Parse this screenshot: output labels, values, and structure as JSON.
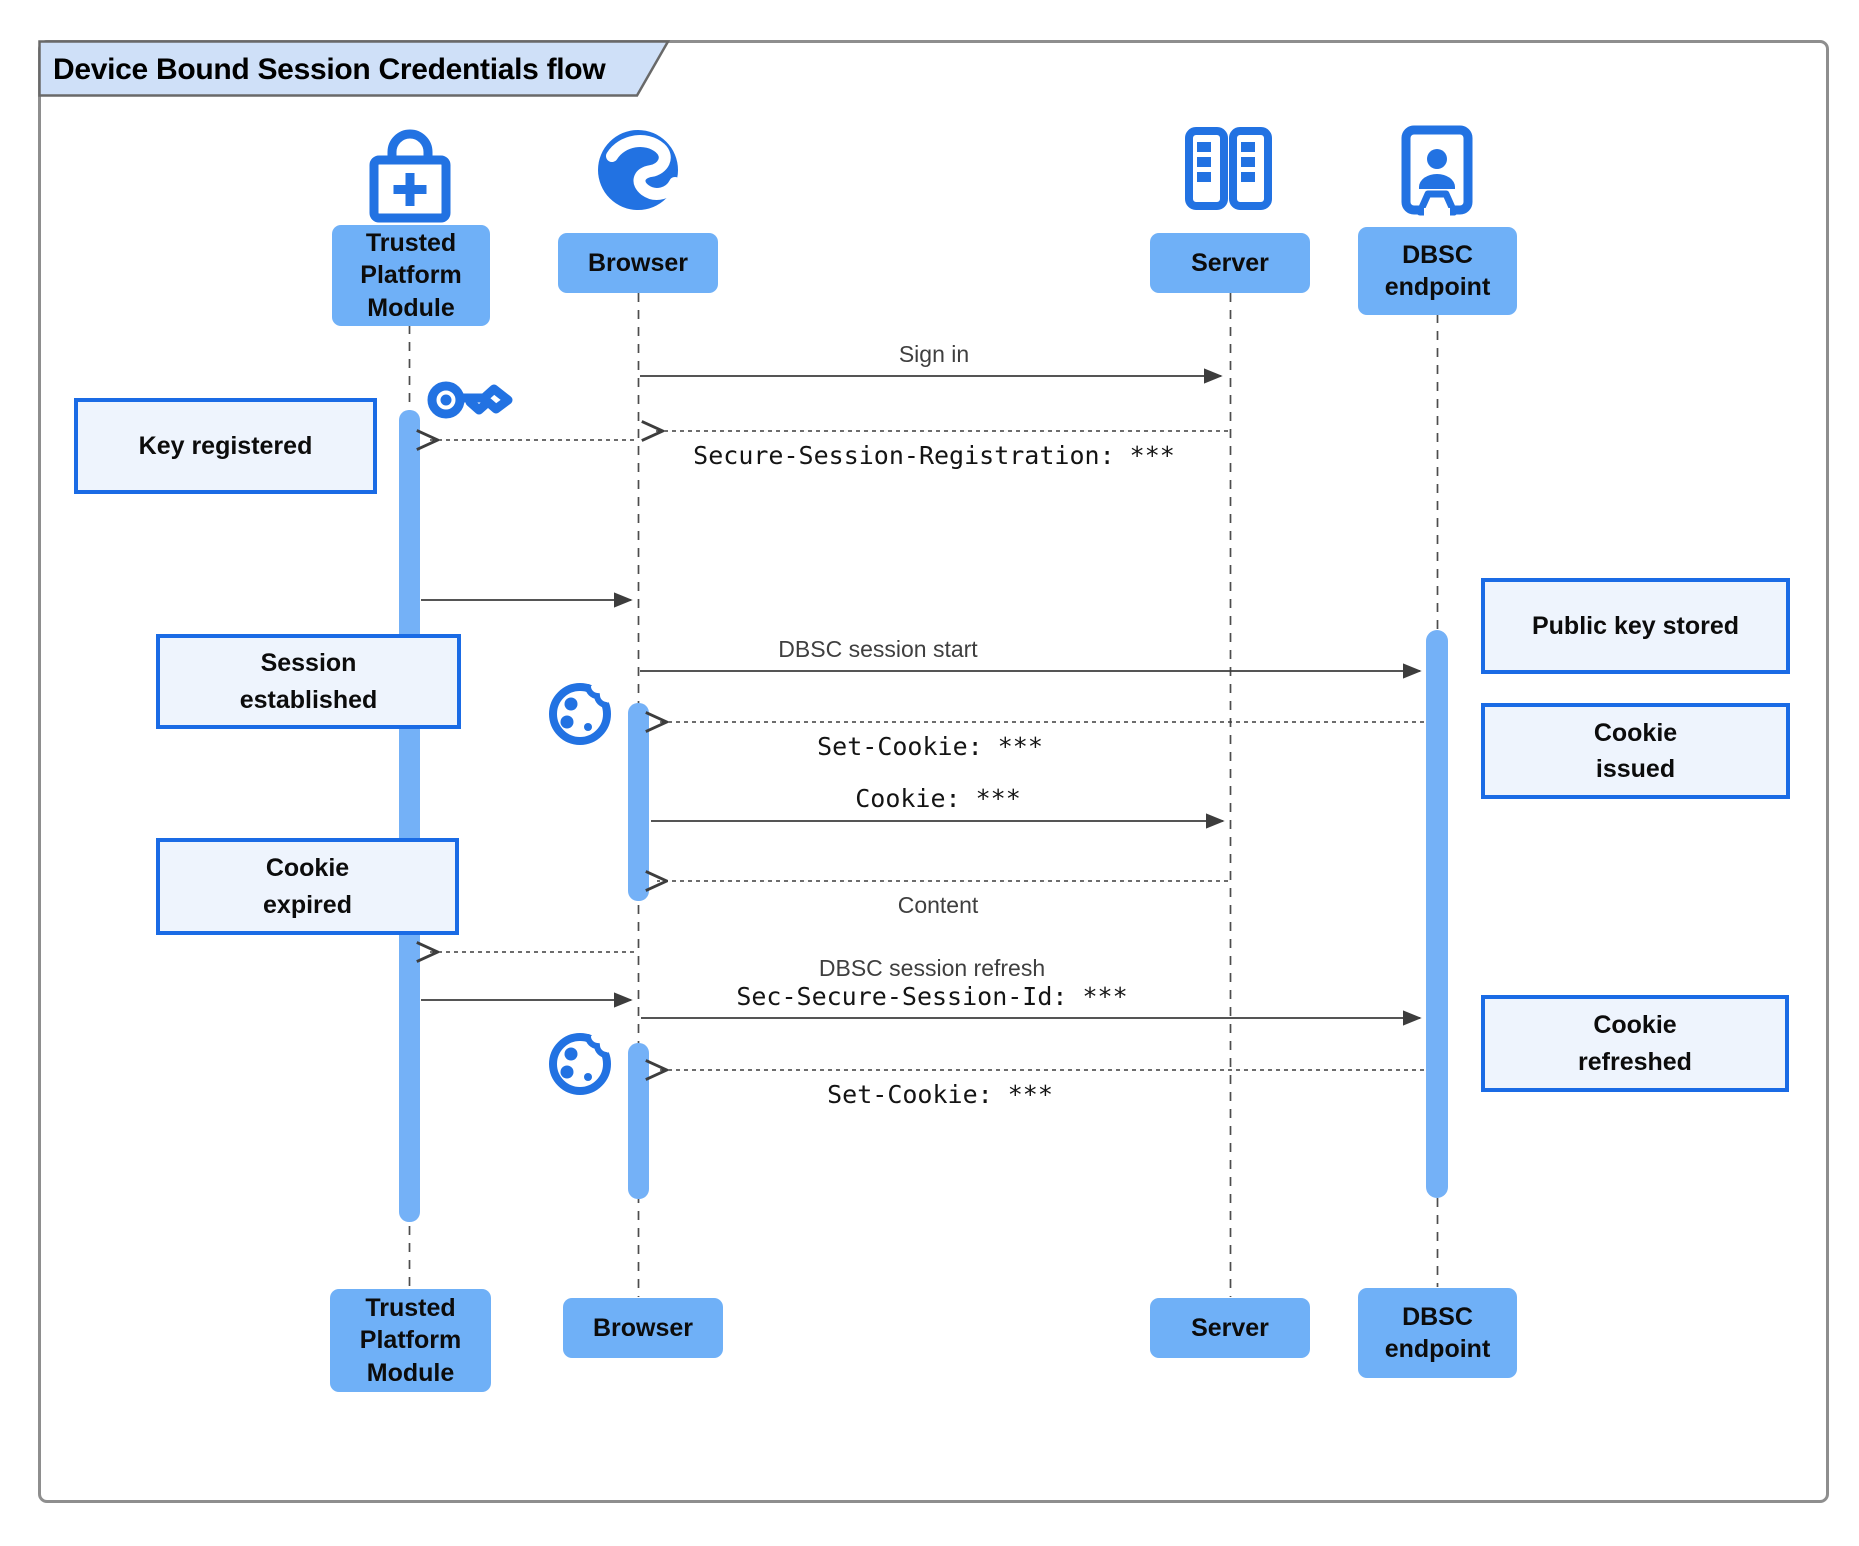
{
  "title": "Device Bound Session Credentials flow",
  "participants": [
    {
      "id": "tpm",
      "label": "Trusted\nPlatform\nModule",
      "icon": "lock-plus-icon"
    },
    {
      "id": "browser",
      "label": "Browser",
      "icon": "globe-icon"
    },
    {
      "id": "server",
      "label": "Server",
      "icon": "server-rack-icon"
    },
    {
      "id": "dbsc",
      "label": "DBSC\nendpoint",
      "icon": "badge-person-icon"
    }
  ],
  "messages": {
    "sign_in": "Sign in",
    "secure_session_registration": "Secure-Session-Registration: ***",
    "dbsc_session_start": "DBSC session start",
    "set_cookie_1": "Set-Cookie: ***",
    "cookie": "Cookie: ***",
    "content": "Content",
    "dbsc_session_refresh": "DBSC session refresh",
    "sec_secure_session_id": "Sec-Secure-Session-Id: ***",
    "set_cookie_2": "Set-Cookie: ***"
  },
  "notes": {
    "key_registered": "Key registered",
    "session_established": "Session\nestablished",
    "cookie_expired": "Cookie\nexpired",
    "public_key_stored": "Public key stored",
    "cookie_issued": "Cookie\nissued",
    "cookie_refreshed": "Cookie\nrefreshed"
  },
  "icons": {
    "tpm": "lock-plus-icon",
    "browser": "globe-icon",
    "server": "server-rack-icon",
    "dbsc": "badge-person-icon",
    "key": "key-icon",
    "cookie": "cookie-icon"
  },
  "colors": {
    "accent_blue": "#2272e2",
    "activation_bar_fill": "#74b1f7",
    "participant_label_fill": "#6fb0f7",
    "note_fill": "#eef4fd",
    "note_border": "#1a6be5",
    "title_tab_fill": "#cfe0f8",
    "frame_border": "#8e8e8e",
    "arrow": "#3d3d3d"
  }
}
